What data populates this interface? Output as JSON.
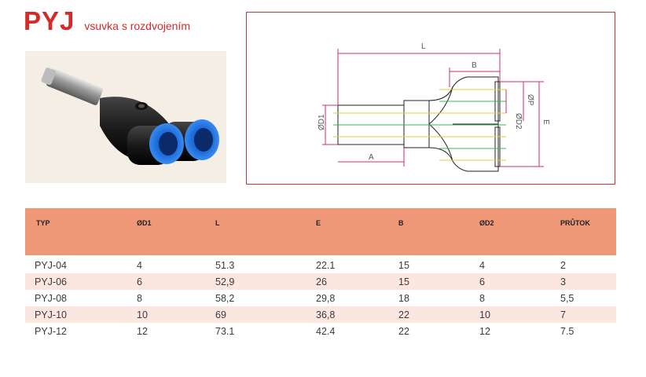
{
  "header": {
    "code": "PYJ",
    "subtitle": "vsuvka s rozdvojením"
  },
  "drawing": {
    "labels": {
      "L": "L",
      "B": "B",
      "A": "A",
      "D1": "ØD1",
      "D2": "ØD2",
      "P": "ØP",
      "E": "E"
    },
    "colors": {
      "border": "#c43838",
      "dimension": "#d0306a",
      "centerline_yellow": "#d8d040",
      "centerline_green": "#40b060"
    }
  },
  "table": {
    "header_bg": "#ee9878",
    "columns": [
      "TYP",
      "ØD1",
      "L",
      "E",
      "B",
      "ØD2",
      "PRŮTOK"
    ],
    "rows": [
      [
        "PYJ-04",
        "4",
        "51.3",
        "22.1",
        "15",
        "4",
        "2"
      ],
      [
        "PYJ-06",
        "6",
        "52,9",
        "26",
        "15",
        "6",
        "3"
      ],
      [
        "PYJ-08",
        "8",
        "58,2",
        "29,8",
        "18",
        "8",
        "5,5"
      ],
      [
        "PYJ-10",
        "10",
        "69",
        "36,8",
        "22",
        "10",
        "7"
      ],
      [
        "PYJ-12",
        "12",
        "73.1",
        "42.4",
        "22",
        "12",
        "7.5"
      ]
    ]
  }
}
